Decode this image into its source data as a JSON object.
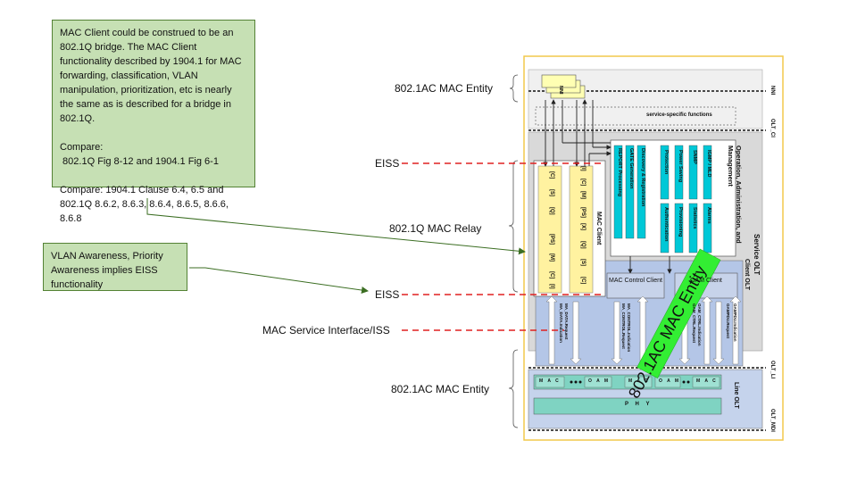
{
  "notes": {
    "mac_client": {
      "para1": "MAC Client could be construed to be an 802.1Q bridge. The MAC Client functionality described by 1904.1 for MAC forwarding, classification, VLAN manipulation, prioritization, etc is nearly the same as is described for a bridge in 802.1Q.",
      "para2_title": "Compare:",
      "para2_body": " 802.1Q Fig 8-12 and 1904.1 Fig 6-1",
      "para3": "Compare: 1904.1 Clause 6.4, 6.5 and 802.1Q 8.6.2, 8.6.3, 8.6.4, 8.6.5, 8.6.6, 8.6.8"
    },
    "vlan": {
      "text": "VLAN Awareness, Priority Awareness implies EISS functionality"
    }
  },
  "labels": {
    "mac_entity_top": "802.1AC MAC Entity",
    "eiss_top": "EISS",
    "mac_relay": "802.1Q MAC Relay",
    "eiss_bottom": "EISS",
    "mac_service": "MAC Service Interface/ISS",
    "mac_entity_bottom": "802.1AC MAC Entity"
  },
  "figure": {
    "nni": "NNI",
    "service_specific": "service-specific functions",
    "mac_client": "MAC Client",
    "oam_title": "Operation, Administration, and Management",
    "oam_blocks": [
      "REPORT Processing",
      "GATE Generation",
      "Discovery & Registration",
      "Protection",
      "Power Saving",
      "SNMP",
      "IGMP / MLD",
      "Authentication",
      "Provisioning",
      "Statistics",
      "Alarms"
    ],
    "port_col_a": [
      "[C]",
      "[S]",
      "[Q]",
      "[PS]",
      "[M]",
      "[C]",
      "[I]"
    ],
    "port_col_b": [
      "[I]",
      "[C]",
      "[M]",
      "[PS]",
      "[X]",
      "[Q]",
      "[S]",
      "[C]"
    ],
    "mac_control_client": "MAC Control Client",
    "oam_client": "OAM Client",
    "primitives": [
      "MA_DATA.Indication",
      "MA_DATA.Request",
      "MA_CONTROL.Request",
      "MA_CONTROL.Indication",
      "OAM_CTRL.Request",
      "OAM_CTRL.Indication",
      "OAMPDU.Request",
      "OAMPDU.Indication"
    ],
    "layer_cells": [
      "M A C",
      "O A M",
      "M A C",
      "O A M",
      "M A C"
    ],
    "phy": "P H Y",
    "side_labels": {
      "nni": "NNI",
      "olt_ci": "OLT_CI",
      "service_olt": "Service OLT",
      "client_olt": "Client OLT",
      "olt_li": "OLT_LI",
      "line_olt": "Line OLT",
      "olt_mdi": "OLT_MDI"
    },
    "overlay": "802.1AC MAC Entity"
  }
}
